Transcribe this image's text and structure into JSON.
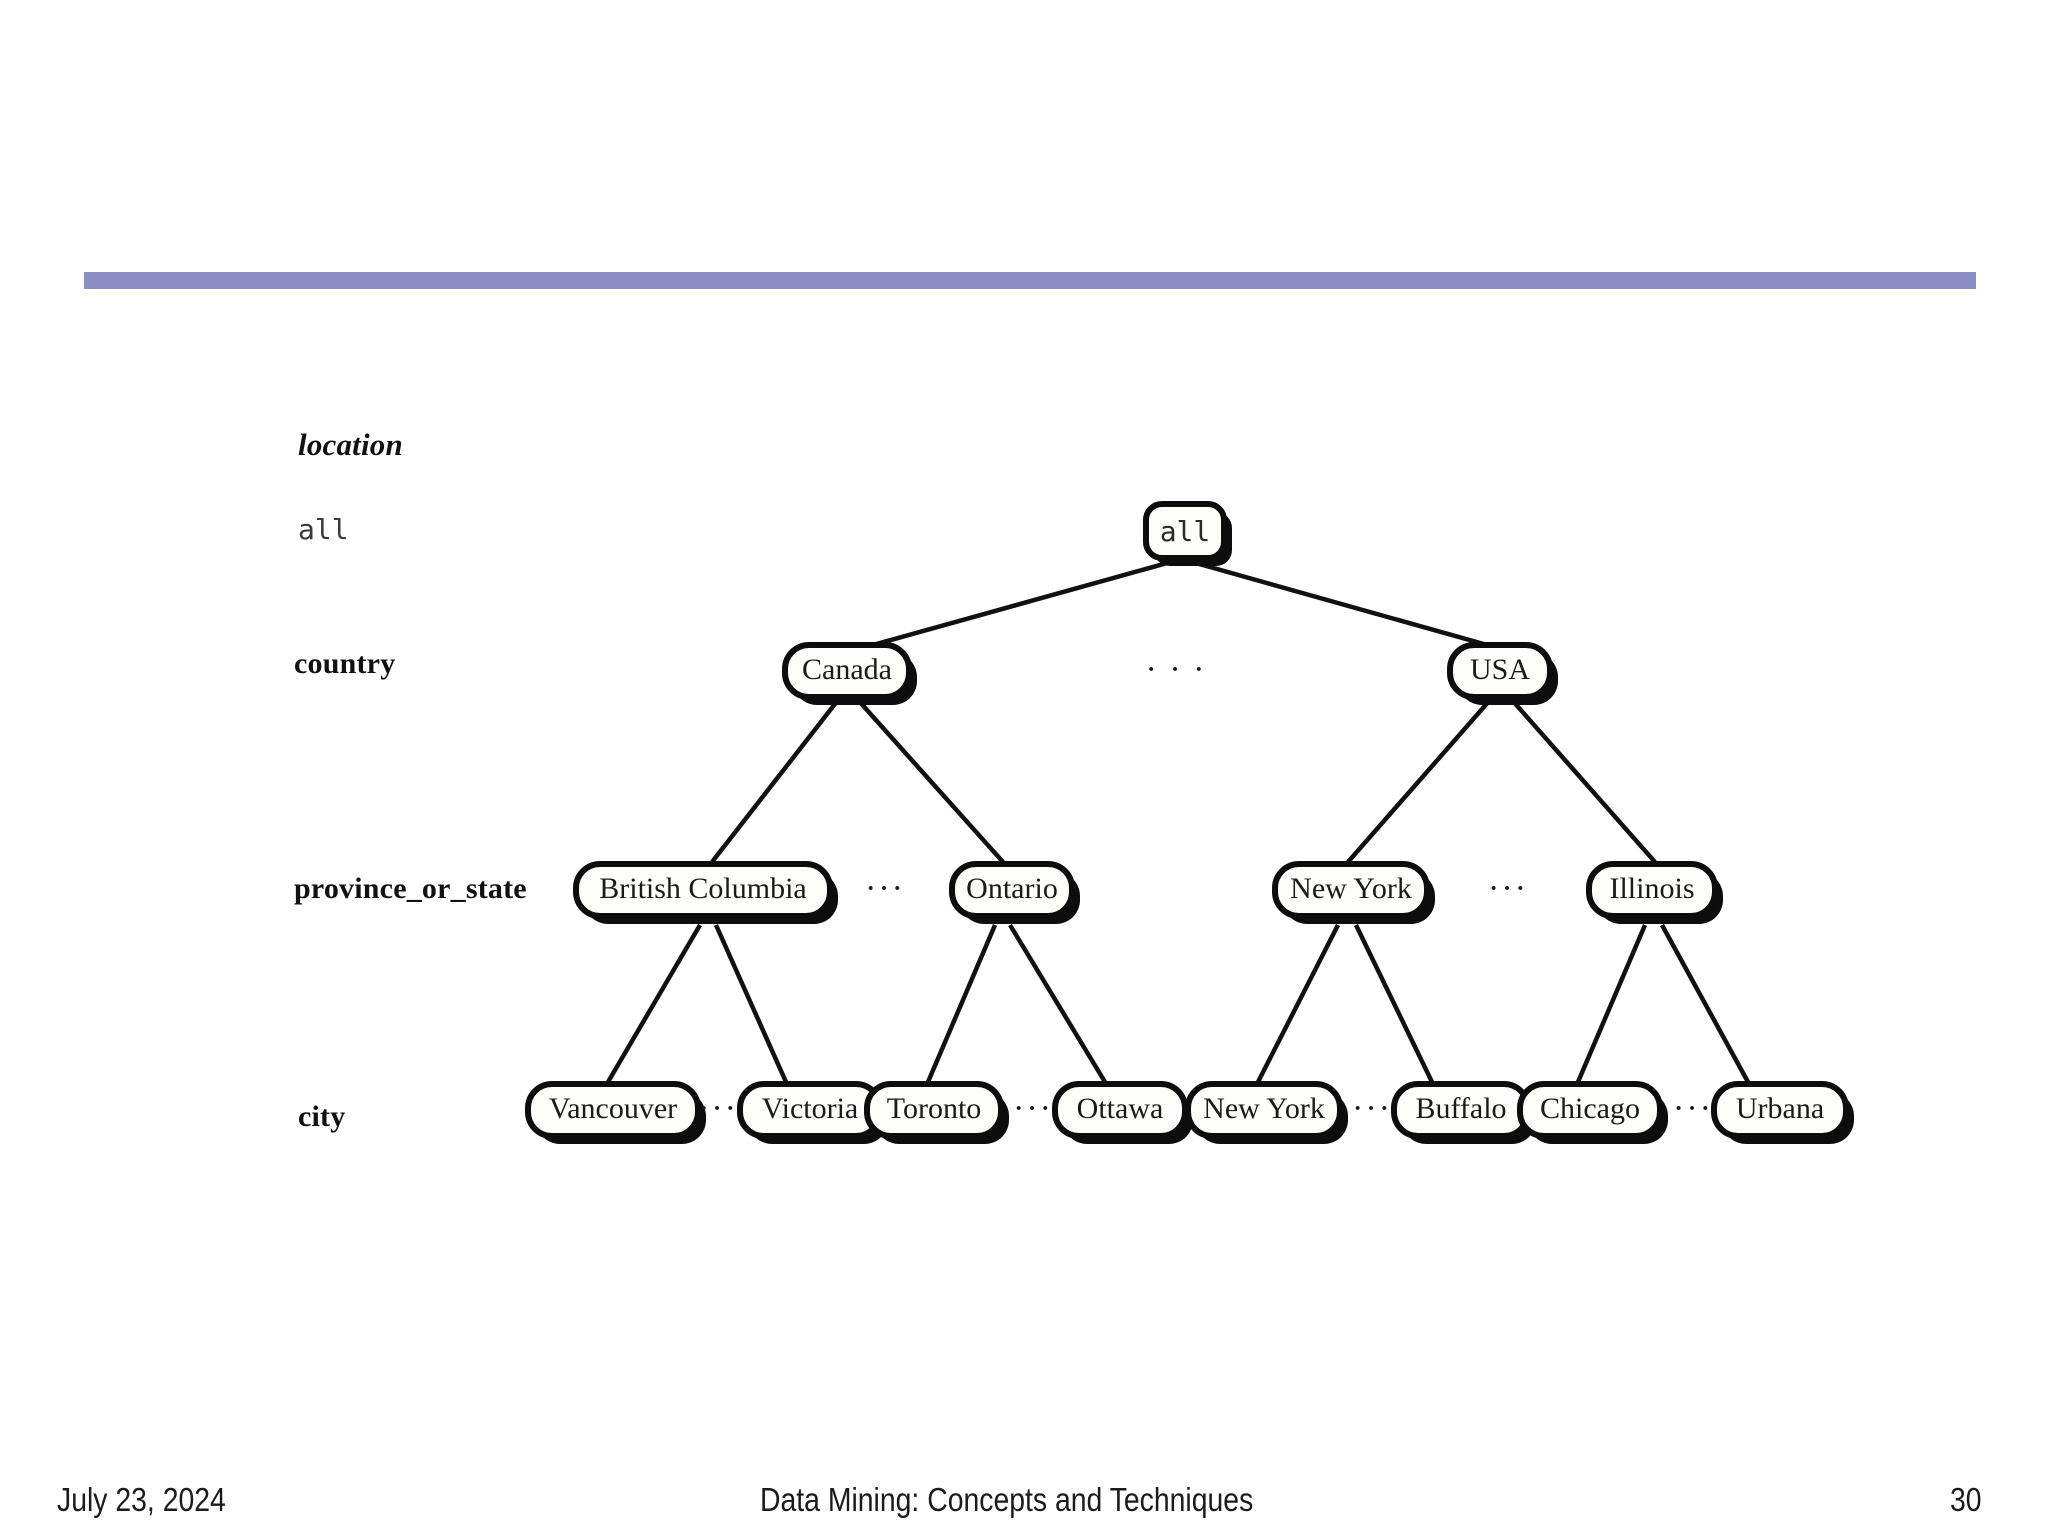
{
  "slide": {
    "rule_color": "#8d8dc6",
    "background": "#ffffff"
  },
  "diagram": {
    "title": "location",
    "levels": [
      {
        "key": "all",
        "label": "all",
        "style": "mono"
      },
      {
        "key": "country",
        "label": "country",
        "style": "bold"
      },
      {
        "key": "province_or_state",
        "label": "province_or_state",
        "style": "bold"
      },
      {
        "key": "city",
        "label": "city",
        "style": "bold"
      }
    ],
    "nodes": {
      "root": {
        "label": "all"
      },
      "country": [
        {
          "label": "Canada"
        },
        {
          "label": "USA"
        }
      ],
      "province_or_state": [
        {
          "label": "British Columbia"
        },
        {
          "label": "Ontario"
        },
        {
          "label": "New York"
        },
        {
          "label": "Illinois"
        }
      ],
      "city": [
        {
          "label": "Vancouver"
        },
        {
          "label": "Victoria"
        },
        {
          "label": "Toronto"
        },
        {
          "label": "Ottawa"
        },
        {
          "label": "New York"
        },
        {
          "label": "Buffalo"
        },
        {
          "label": "Chicago"
        },
        {
          "label": "Urbana"
        }
      ]
    },
    "ellipses": {
      "country": "· · ·",
      "province_bc_ontario": "···",
      "province_ny_illinois": "···",
      "city_vancouver_victoria": "···",
      "city_toronto_ottawa": "···",
      "city_newyork_buffalo": "···",
      "city_chicago_urbana": "···"
    }
  },
  "footer": {
    "date": "July 23, 2024",
    "title": "Data Mining: Concepts and Techniques",
    "page": "30"
  }
}
